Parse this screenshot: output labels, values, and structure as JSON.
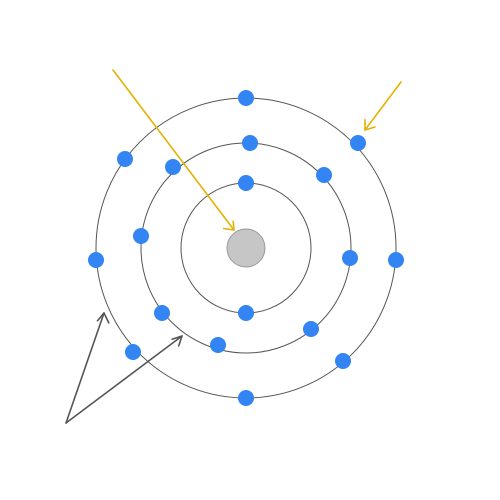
{
  "diagram": {
    "subject": "atom-shell-model",
    "shells": [
      {
        "index": 1,
        "electron_count": 2
      },
      {
        "index": 2,
        "electron_count": 8
      },
      {
        "index": 3,
        "electron_count": 8
      }
    ],
    "total_electrons": 18,
    "pointer_arrows": 4
  },
  "colors": {
    "background": "#ffffff",
    "shell_stroke": "#555555",
    "nucleus_fill": "#c6c6c6",
    "nucleus_stroke": "#9a9a9a",
    "electron_fill": "#3385f3",
    "arrow_color": "#e5b100"
  }
}
